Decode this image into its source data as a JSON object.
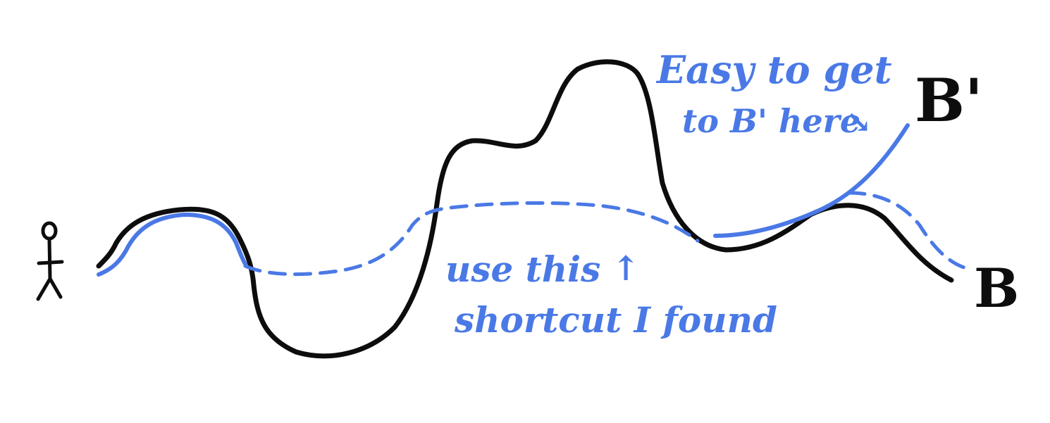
{
  "colors": {
    "ink": "#0d0d0d",
    "accent_blue": "#4a79e6",
    "background": "#ffffff"
  },
  "labels": {
    "easy_line1": "Easy to get",
    "easy_line2": "to B' here",
    "easy_arrow": "↘",
    "shortcut_line1": "use this",
    "shortcut_arrow": "↑",
    "shortcut_line2": "shortcut I found",
    "point_b_prime": "B'",
    "point_b": "B"
  },
  "icons": {
    "walker": "stick-figure-icon"
  }
}
